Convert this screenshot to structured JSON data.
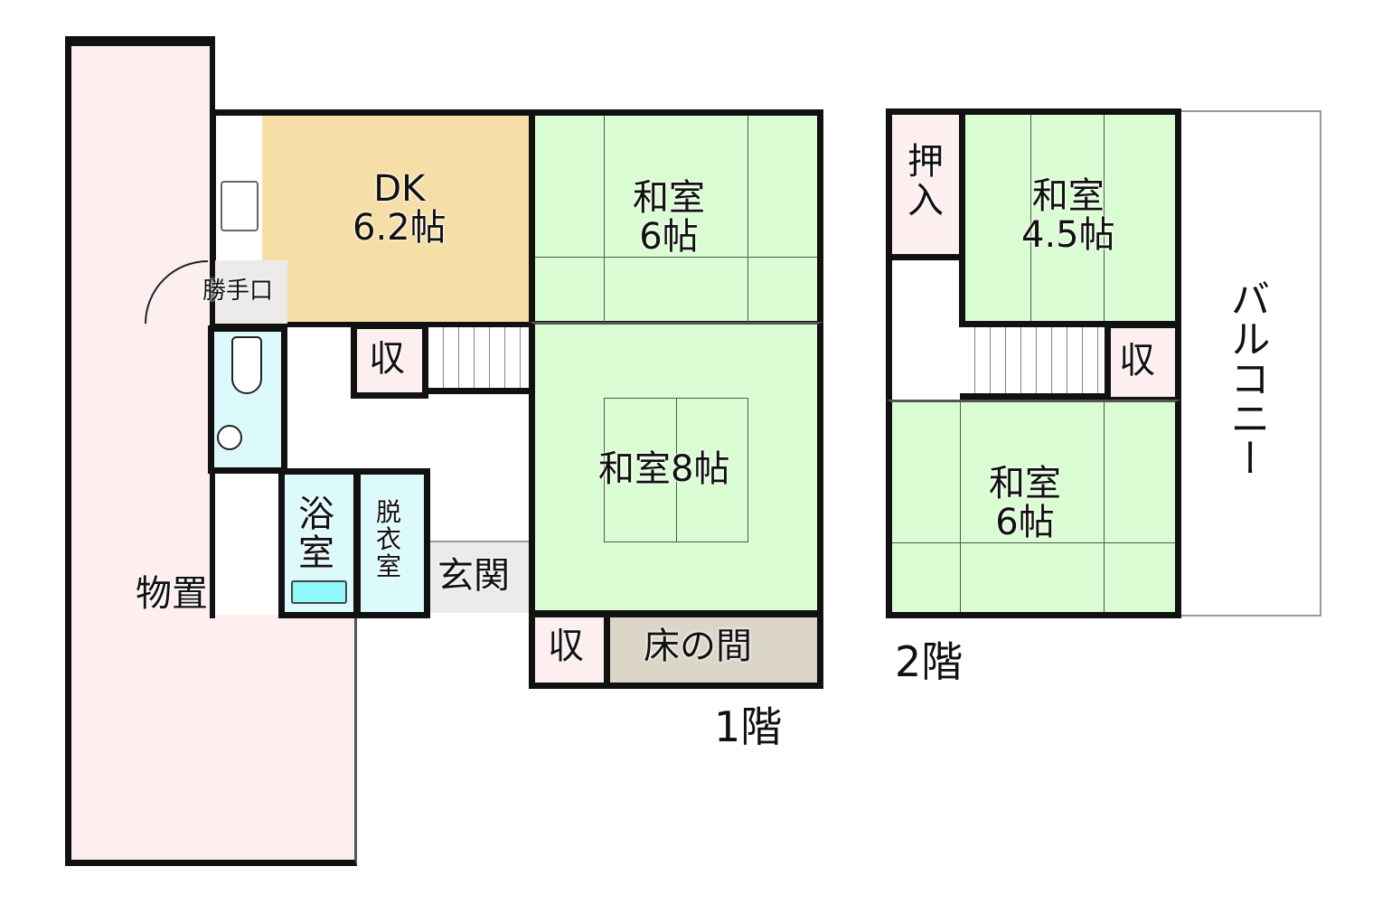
{
  "floor1": {
    "label": "1階",
    "rooms": {
      "storage": "物置",
      "dk_name": "DK",
      "dk_size": "6.2帖",
      "back_door": "勝手口",
      "storage_closet": "収",
      "washitsu6_name": "和室",
      "washitsu6_size": "6帖",
      "washitsu8": "和室8帖",
      "bath_a": "浴",
      "bath_b": "室",
      "dressing_a": "脱",
      "dressing_b": "衣",
      "dressing_c": "室",
      "entrance": "玄関",
      "closet_bottom": "収",
      "tokonoma": "床の間"
    }
  },
  "floor2": {
    "label": "2階",
    "rooms": {
      "oshiire_a": "押",
      "oshiire_b": "入",
      "washitsu45_name": "和室",
      "washitsu45_size": "4.5帖",
      "closet": "収",
      "washitsu6_name": "和室",
      "washitsu6_size": "6帖",
      "balcony": "バルコニー"
    }
  },
  "colors": {
    "storage": "#fdeef0",
    "dk": "#f5dfa6",
    "tatami": "#dafcd2",
    "wet": "#dcfafc",
    "tokonoma": "#dcd6c9"
  }
}
